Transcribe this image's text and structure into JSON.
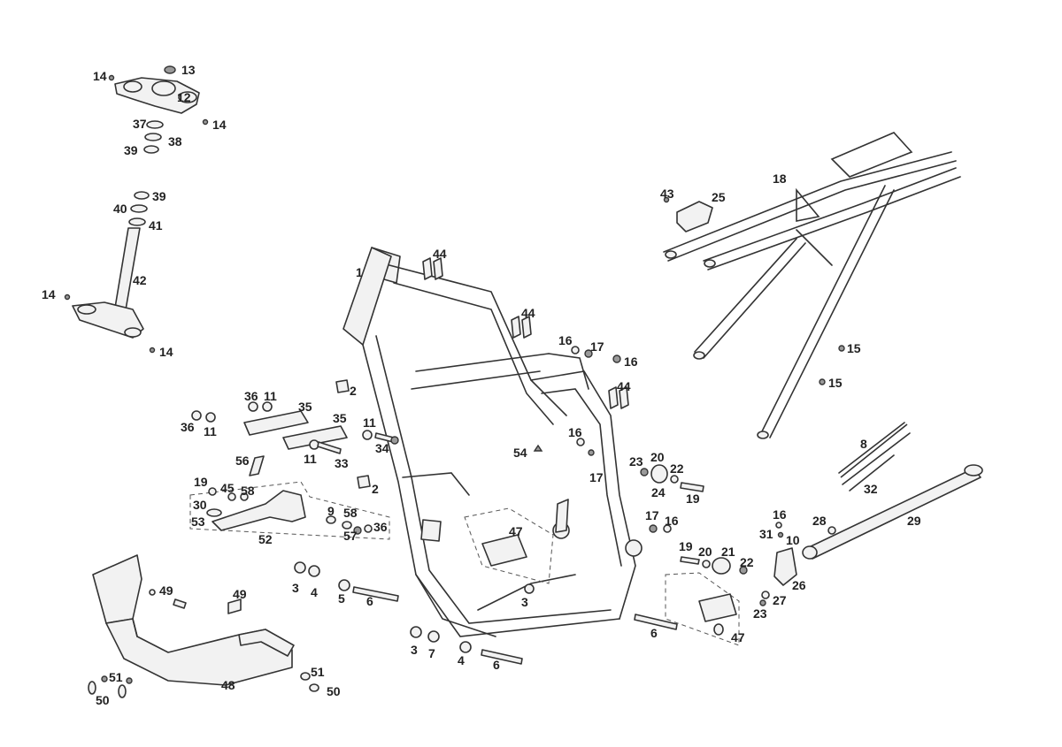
{
  "callouts": [
    "13",
    "14",
    "12",
    "37",
    "14",
    "38",
    "39",
    "39",
    "40",
    "41",
    "42",
    "14",
    "14",
    "1",
    "44",
    "44",
    "44",
    "16",
    "17",
    "16",
    "43",
    "25",
    "18",
    "15",
    "15",
    "36",
    "11",
    "35",
    "36",
    "11",
    "35",
    "11",
    "11",
    "33",
    "34",
    "2",
    "2",
    "56",
    "19",
    "45",
    "58",
    "30",
    "53",
    "9",
    "58",
    "57",
    "36",
    "52",
    "54",
    "16",
    "17",
    "23",
    "20",
    "22",
    "24",
    "19",
    "47",
    "17",
    "16",
    "19",
    "20",
    "21",
    "22",
    "8",
    "32",
    "16",
    "28",
    "31",
    "10",
    "29",
    "26",
    "27",
    "23",
    "3",
    "4",
    "5",
    "6",
    "3",
    "3",
    "7",
    "4",
    "6",
    "6",
    "47",
    "49",
    "49",
    "51",
    "50",
    "51",
    "50",
    "48"
  ]
}
